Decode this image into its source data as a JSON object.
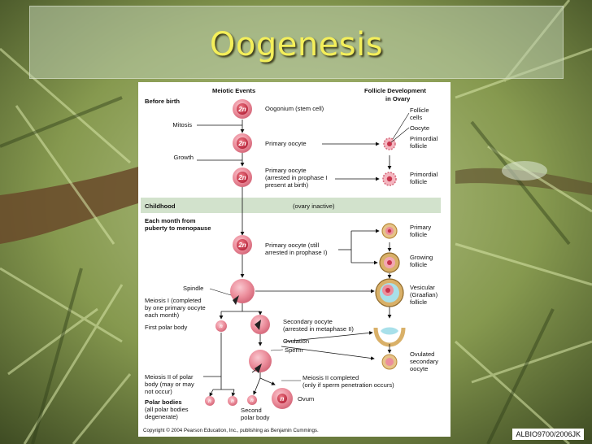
{
  "slide": {
    "title": "Oogenesis",
    "credit": "ALBIO9700/2006JK"
  },
  "figure": {
    "header_left": "Meiotic Events",
    "header_right_1": "Follicle Development",
    "header_right_2": "in Ovary",
    "before_birth": "Before birth",
    "mitosis": "Mitosis",
    "growth": "Growth",
    "childhood": "Childhood",
    "ovary_inactive": "(ovary inactive)",
    "each_month_1": "Each month from",
    "each_month_2": "puberty to menopause",
    "spindle": "Spindle",
    "meiosis1_1": "Meiosis I (completed",
    "meiosis1_2": "by one primary oocyte",
    "meiosis1_3": "each month)",
    "first_polar": "First polar body",
    "meiosis2p_1": "Meiosis II of polar",
    "meiosis2p_2": "body (may or may",
    "meiosis2p_3": "not occur)",
    "polar_bodies_1": "Polar bodies",
    "polar_bodies_2": "(all polar bodies",
    "polar_bodies_3": "degenerate)",
    "second_polar_1": "Second",
    "second_polar_2": "polar body",
    "oogonium": "Oogonium (stem cell)",
    "primary_oocyte": "Primary oocyte",
    "primary_arrested_1": "Primary oocyte",
    "primary_arrested_2": "(arrested in prophase I",
    "primary_arrested_3": "present at birth)",
    "primary_still_1": "Primary oocyte (still",
    "primary_still_2": "arrested in prophase I)",
    "secondary_1": "Secondary oocyte",
    "secondary_2": "(arrested in metaphase II)",
    "ovulation": "Ovulation",
    "sperm": "Sperm",
    "meiosis2_1": "Meiosis II completed",
    "meiosis2_2": "(only if sperm penetration occurs)",
    "ovum": "Ovum",
    "follicle_cells_1": "Follicle",
    "follicle_cells_2": "cells",
    "oocyte": "Oocyte",
    "primordial_1": "Primordial",
    "primordial_2": "follicle",
    "primary_f_1": "Primary",
    "primary_f_2": "follicle",
    "growing_1": "Growing",
    "growing_2": "follicle",
    "vesicular_1": "Vesicular",
    "vesicular_2": "(Graafian)",
    "vesicular_3": "follicle",
    "ovulated_1": "Ovulated",
    "ovulated_2": "secondary",
    "ovulated_3": "oocyte",
    "copyright": "Copyright © 2004 Pearson Education, Inc., publishing as Benjamin Cummings.",
    "label_2n": "2n",
    "label_n": "n"
  }
}
